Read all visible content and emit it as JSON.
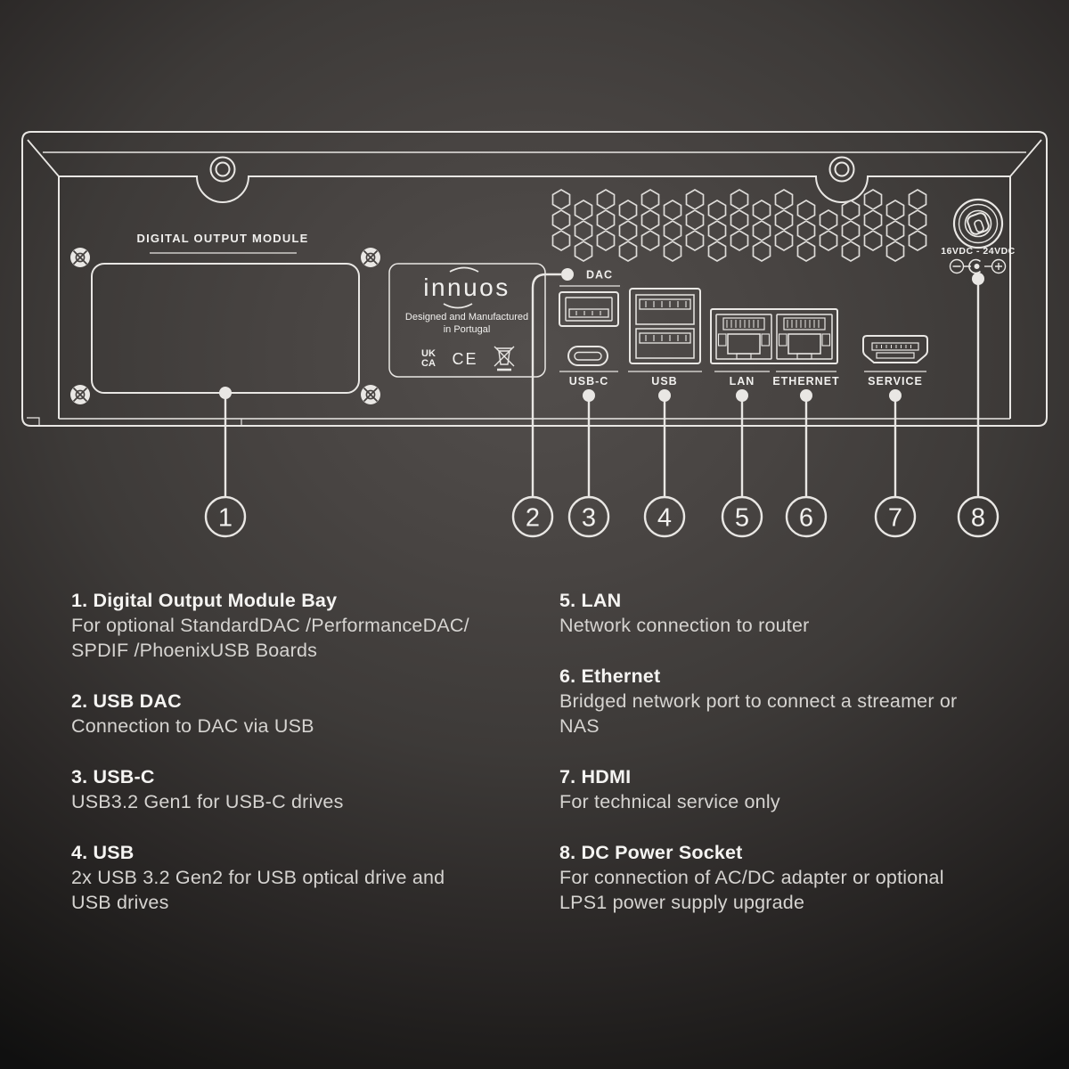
{
  "panel": {
    "module_label": "DIGITAL OUTPUT MODULE",
    "brand": {
      "logo": "innuos",
      "line1": "Designed and Manufactured",
      "line2": "in Portugal",
      "marks": {
        "ukca_top": "UK",
        "ukca_bottom": "CA",
        "ce": "CE"
      }
    },
    "ports": [
      {
        "id": "dac",
        "label": "DAC"
      },
      {
        "id": "usb_c",
        "label": "USB-C"
      },
      {
        "id": "usb",
        "label": "USB"
      },
      {
        "id": "lan",
        "label": "LAN"
      },
      {
        "id": "ethernet",
        "label": "ETHERNET"
      },
      {
        "id": "service",
        "label": "SERVICE"
      }
    ],
    "power": {
      "rating": "16VDC - 24VDC"
    }
  },
  "icons": {
    "thumbscrew": "thumbscrew-icon (concentric rings)",
    "screw": "screw-icon (disc with cross)",
    "weee": "weee-crossed-bin-icon",
    "polarity": "polarity-center-positive-icon",
    "vents": "hexagon-vent-pattern"
  },
  "callouts": [
    "1",
    "2",
    "3",
    "4",
    "5",
    "6",
    "7",
    "8"
  ],
  "legend": {
    "left": [
      {
        "title": "1. Digital Output Module Bay",
        "lines": [
          "For optional StandardDAC /PerformanceDAC/",
          "SPDIF /PhoenixUSB Boards"
        ]
      },
      {
        "title": "2. USB DAC",
        "lines": [
          "Connection to DAC via USB"
        ]
      },
      {
        "title": "3. USB-C",
        "lines": [
          "USB3.2 Gen1 for USB-C drives"
        ]
      },
      {
        "title": "4. USB",
        "lines": [
          "2x USB 3.2 Gen2 for USB optical drive and",
          "USB drives"
        ]
      }
    ],
    "right": [
      {
        "title": "5. LAN",
        "lines": [
          "Network connection to router"
        ]
      },
      {
        "title": "6. Ethernet",
        "lines": [
          "Bridged network port to connect a streamer or",
          "NAS"
        ]
      },
      {
        "title": "7. HDMI",
        "lines": [
          "For technical service only"
        ]
      },
      {
        "title": "8. DC Power Socket",
        "lines": [
          "For connection of AC/DC adapter or optional",
          "LPS1 power supply upgrade"
        ]
      }
    ]
  },
  "colors": {
    "line": "#e9e7e4",
    "title_text": "#f5f4f2",
    "body_text": "#d6d4d1",
    "bg_center": "#524e4c",
    "bg_edge": "#101010"
  }
}
